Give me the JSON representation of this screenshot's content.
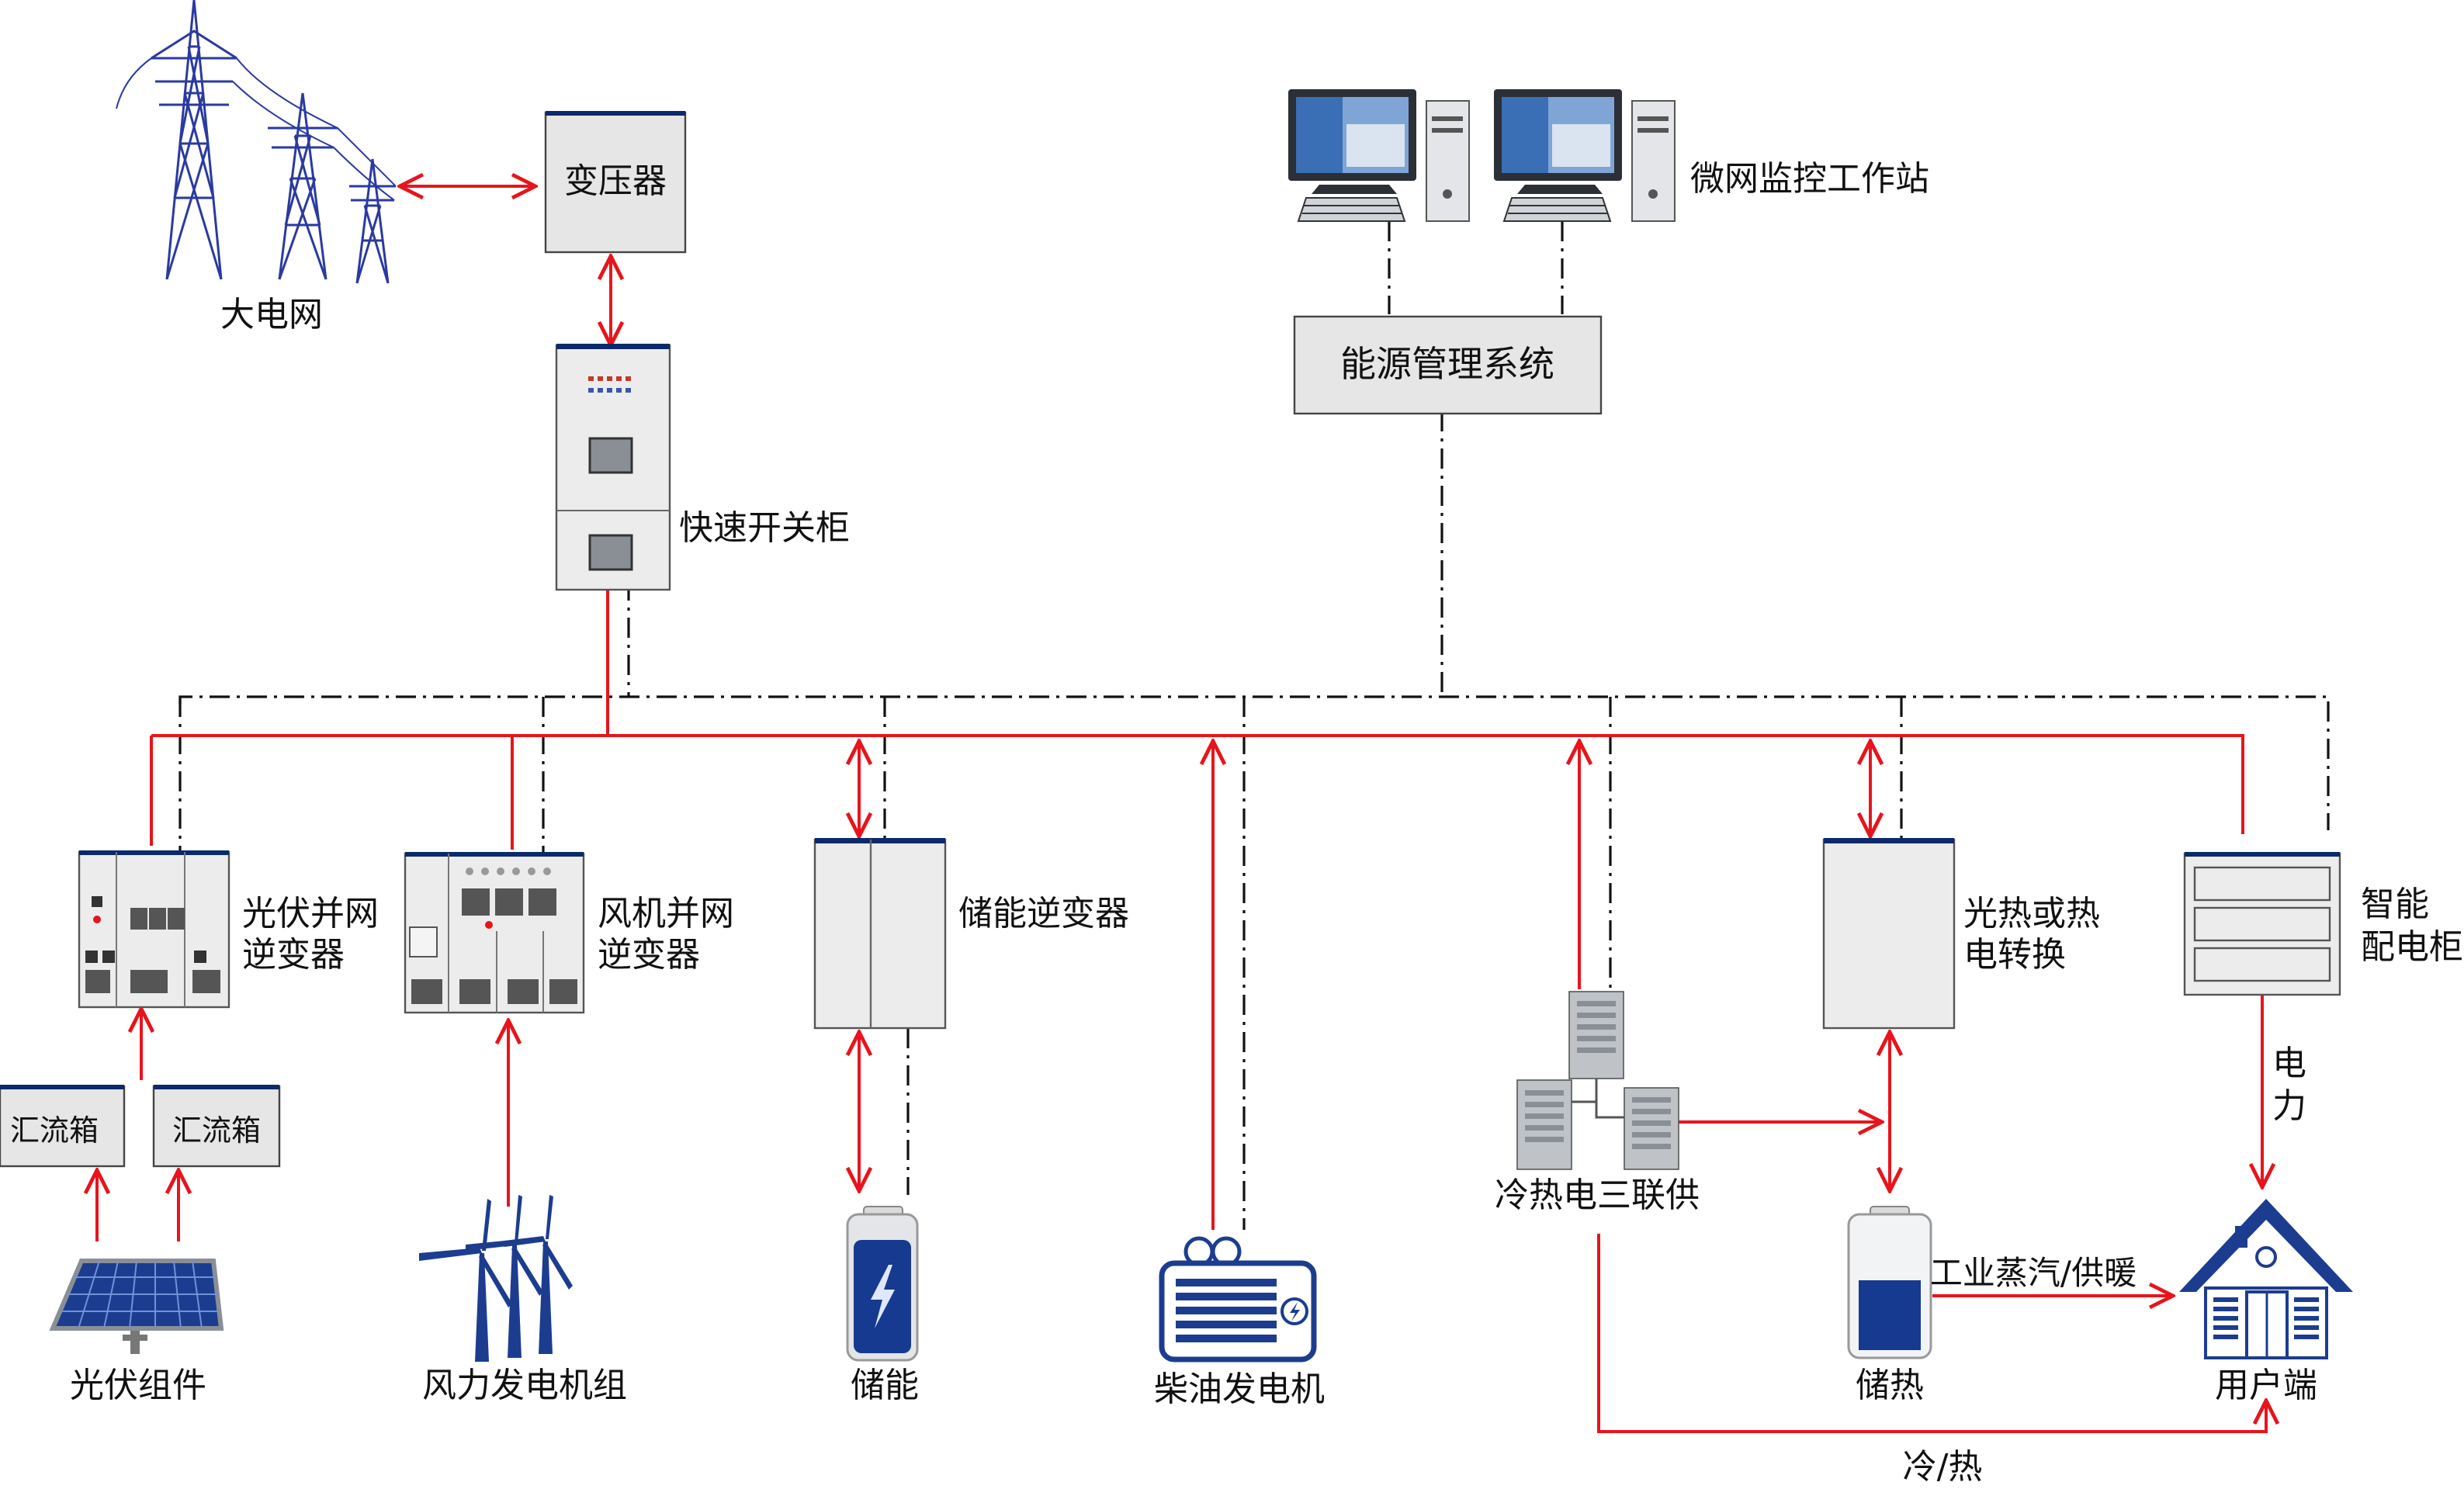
{
  "labels": {
    "grid": "大电网",
    "transformer": "变压器",
    "fast_switch": "快速开关柜",
    "workstation": "微网监控工作站",
    "ems": "能源管理系统",
    "pv_inverter_1": "光伏并网",
    "pv_inverter_2": "逆变器",
    "wind_inverter_1": "风机并网",
    "wind_inverter_2": "逆变器",
    "storage_inverter": "储能逆变器",
    "solar_heat_1": "光热或热",
    "solar_heat_2": "电转换",
    "smart_cabinet_1": "智能",
    "smart_cabinet_2": "配电柜",
    "combiner_1": "汇流箱",
    "combiner_2": "汇流箱",
    "pv_modules": "光伏组件",
    "wind_turbines": "风力发电机组",
    "storage": "储能",
    "diesel": "柴油发电机",
    "cchp": "冷热电三联供",
    "heat_storage": "储热",
    "user_end": "用户端",
    "power_1": "电",
    "power_2": "力",
    "steam_heating": "工业蒸汽/供暖",
    "cold_heat": "冷/热"
  },
  "colors": {
    "power_line": "#e8141c",
    "comm_line": "#111111",
    "equipment_trim": "#0b2a6b",
    "equipment_body": "#e6e6e6"
  }
}
